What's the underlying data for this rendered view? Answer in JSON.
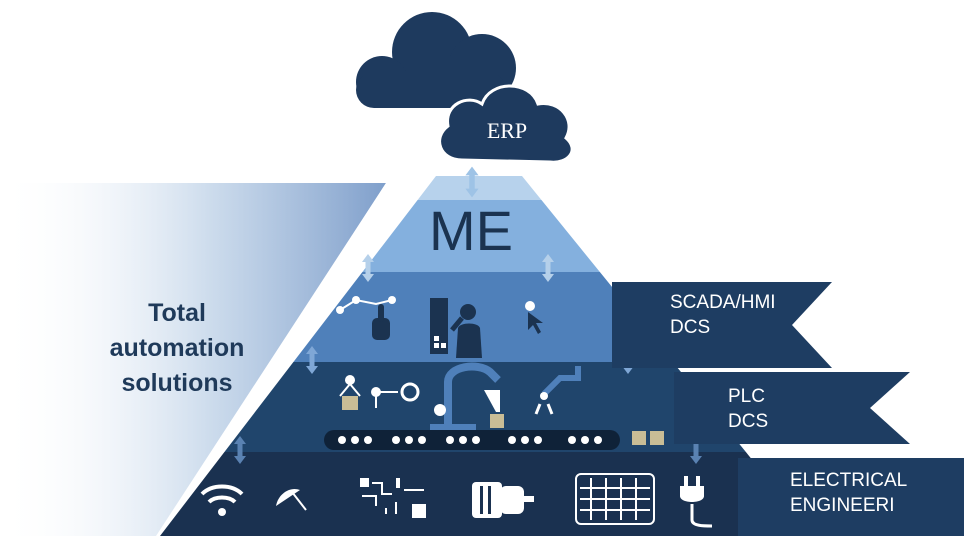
{
  "diagram": {
    "cloud_label": "ERP",
    "top_level_label": "ME",
    "side_label_lines": [
      "Total",
      "automation",
      "solutions"
    ],
    "banners": [
      {
        "id": "scada",
        "lines": [
          "SCADA/HMI",
          "DCS"
        ]
      },
      {
        "id": "plc",
        "lines": [
          "PLC",
          "DCS"
        ]
      },
      {
        "id": "electrical",
        "lines": [
          "ELECTRICAL",
          "ENGINEERI"
        ]
      }
    ]
  },
  "colors": {
    "dark_navy": "#1b3350",
    "navy": "#20456b",
    "mid_blue": "#4d7fb8",
    "light_blue": "#82aedc",
    "pale_blue": "#b5d0ea",
    "white": "#ffffff"
  },
  "icons": [
    "wifi-icon",
    "umbrella-sensor-icon",
    "circuit-icon",
    "motor-icon",
    "solar-panel-icon",
    "power-plug-icon",
    "touch-hand-icon",
    "operator-icon",
    "cursor-icon",
    "robot-arm-icon",
    "conveyor-icon",
    "boxes-icon",
    "bidirectional-arrow-icon"
  ]
}
